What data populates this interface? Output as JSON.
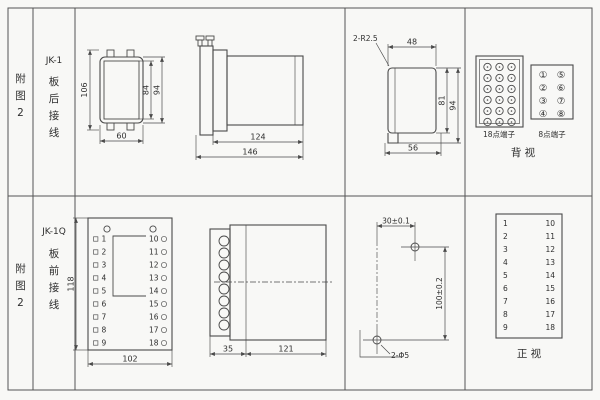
{
  "row1": {
    "fig_chars": [
      "附",
      "图",
      "2"
    ],
    "model_code": "JK-1",
    "model_chars": [
      "板",
      "后",
      "接",
      "线"
    ],
    "front": {
      "dim_total_h": "106",
      "dim_inner_h": "84",
      "dim_case_h": "94",
      "dim_w": "60"
    },
    "side": {
      "dim_body": "124",
      "dim_total": "146"
    },
    "cutout": {
      "corner": "2-R2.5",
      "dim_top": "48",
      "dim_h1": "81",
      "dim_h2": "94",
      "dim_bottom": "56"
    },
    "terminals": {
      "t18_caption": "18点端子",
      "t8_caption": "8点端子",
      "t8": [
        "①",
        "⑤",
        "②",
        "⑥",
        "③",
        "⑦",
        "④",
        "⑧"
      ],
      "view_label": "背  视"
    }
  },
  "row2": {
    "fig_chars": [
      "附",
      "图",
      "2"
    ],
    "model_code": "JK-1Q",
    "model_chars": [
      "板",
      "前",
      "接",
      "线"
    ],
    "front": {
      "dim_h": "118",
      "dim_w": "102",
      "left": [
        "1",
        "2",
        "3",
        "4",
        "5",
        "6",
        "7",
        "8",
        "9"
      ],
      "right": [
        "10",
        "11",
        "12",
        "13",
        "14",
        "15",
        "16",
        "17",
        "18"
      ]
    },
    "side": {
      "dim_front": "35",
      "dim_body": "121"
    },
    "drill": {
      "dim_x": "30±0.1",
      "dim_y": "100±0.2",
      "holes": "2-Φ5"
    },
    "table": {
      "left": [
        "1",
        "2",
        "3",
        "4",
        "5",
        "6",
        "7",
        "8",
        "9"
      ],
      "right": [
        "10",
        "11",
        "12",
        "13",
        "14",
        "15",
        "16",
        "17",
        "18"
      ],
      "view_label": "正  视"
    }
  }
}
